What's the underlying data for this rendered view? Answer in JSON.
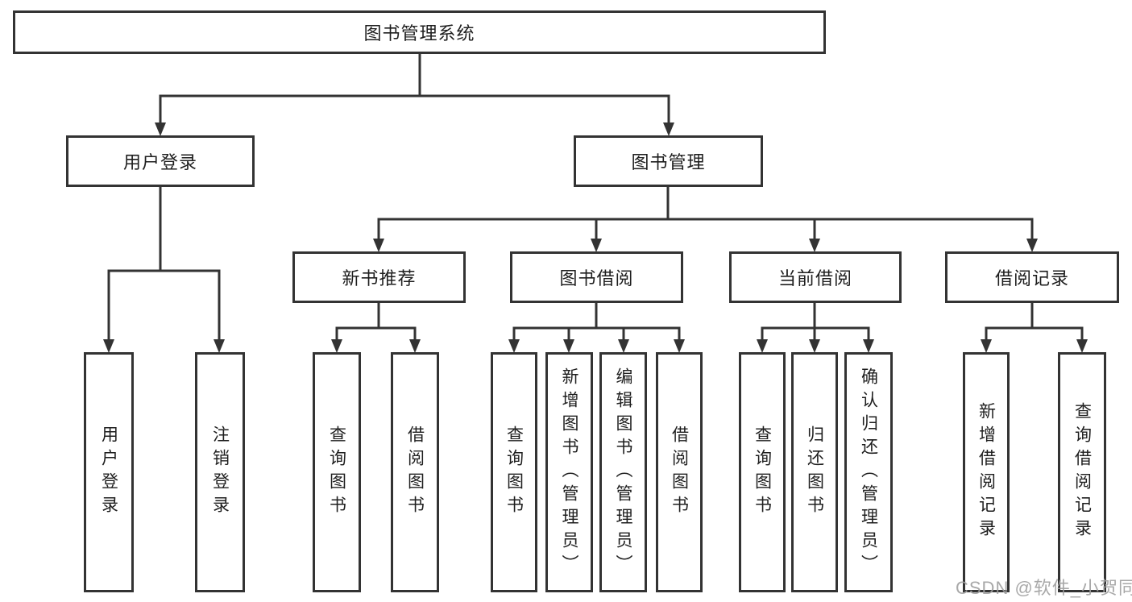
{
  "tree": {
    "root": "图书管理系统",
    "branches": [
      {
        "label": "用户登录",
        "children": [
          "用户登录",
          "注销登录"
        ]
      },
      {
        "label": "图书管理",
        "sections": [
          {
            "label": "新书推荐",
            "children": [
              "查询图书",
              "借阅图书"
            ]
          },
          {
            "label": "图书借阅",
            "children": [
              "查询图书",
              "新增图书（管理员）",
              "编辑图书（管理员）",
              "借阅图书"
            ]
          },
          {
            "label": "当前借阅",
            "children": [
              "查询图书",
              "归还图书",
              "确认归还（管理员）"
            ]
          },
          {
            "label": "借阅记录",
            "children": [
              "新增借阅记录",
              "查询借阅记录"
            ]
          }
        ]
      }
    ]
  },
  "watermark": {
    "text": "CSDN @软件_小贺同学"
  },
  "colors": {
    "line": "#333333",
    "box_border": "#333333",
    "text": "#1e1e1e",
    "background": "#ffffff",
    "watermark": "#9e9e9e"
  }
}
